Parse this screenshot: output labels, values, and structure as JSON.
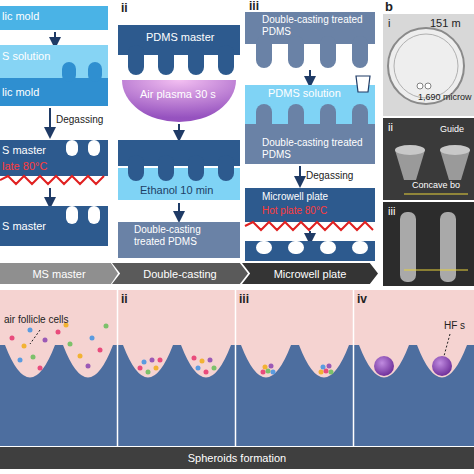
{
  "diagram": {
    "nodes": [
      {
        "text": [
          "MS master"
        ]
      },
      {
        "text": [
          "Double-casting"
        ]
      },
      {
        "text": [
          "Microwell plate"
        ]
      },
      {
        "text": [
          "Spheroids formation"
        ]
      }
    ],
    "labels": [
      "lic mold",
      "S solution",
      "lic mold",
      "Degassing",
      "S master",
      "late 80°C",
      "S master",
      "ii",
      "PDMS master",
      "Air plasma 30 s",
      "Ethanol 10 min",
      "Double-casting treated PDMS",
      "iii",
      "Double-casting treated PDMS",
      "PDMS solution",
      "Double-casting treated PDMS",
      "Degassing",
      "Microwell plate",
      "Hot plate 80°C",
      "b",
      "i",
      "151 m",
      "1,690 microw",
      "ii",
      "Guide",
      "Concave bo",
      "iii",
      "ii",
      "iii",
      "iv",
      "air follicle cells",
      "HF s"
    ]
  }
}
